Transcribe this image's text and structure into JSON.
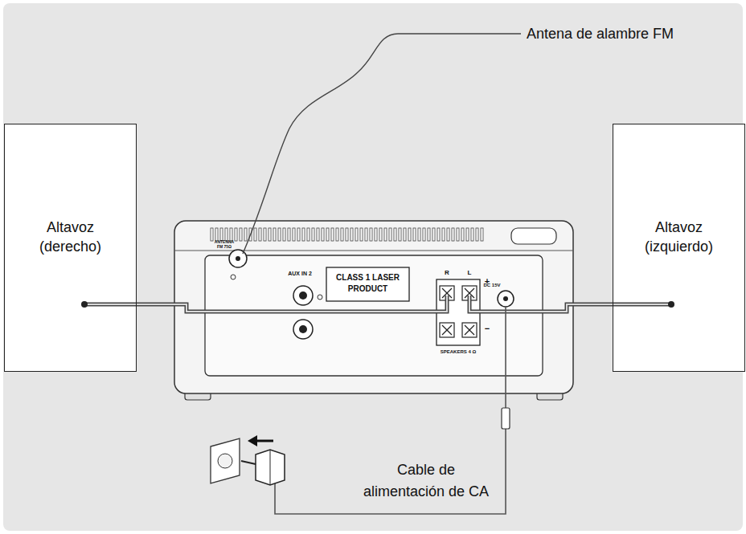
{
  "diagram": {
    "nodes": [
      {
        "text": [
          "Altavoz (derecho)"
        ]
      },
      {
        "text": [
          "Altavoz (izquierdo)"
        ]
      }
    ],
    "labels": [
      "Antena de alambre FM",
      "Cable de alimentación de CA",
      "ANTENNA FM 75Ω",
      "AUX IN 2",
      "CLASS 1 LASER PRODUCT",
      "R",
      "L",
      "+",
      "−",
      "DC 15V",
      "SPEAKERS 4 Ω"
    ]
  }
}
